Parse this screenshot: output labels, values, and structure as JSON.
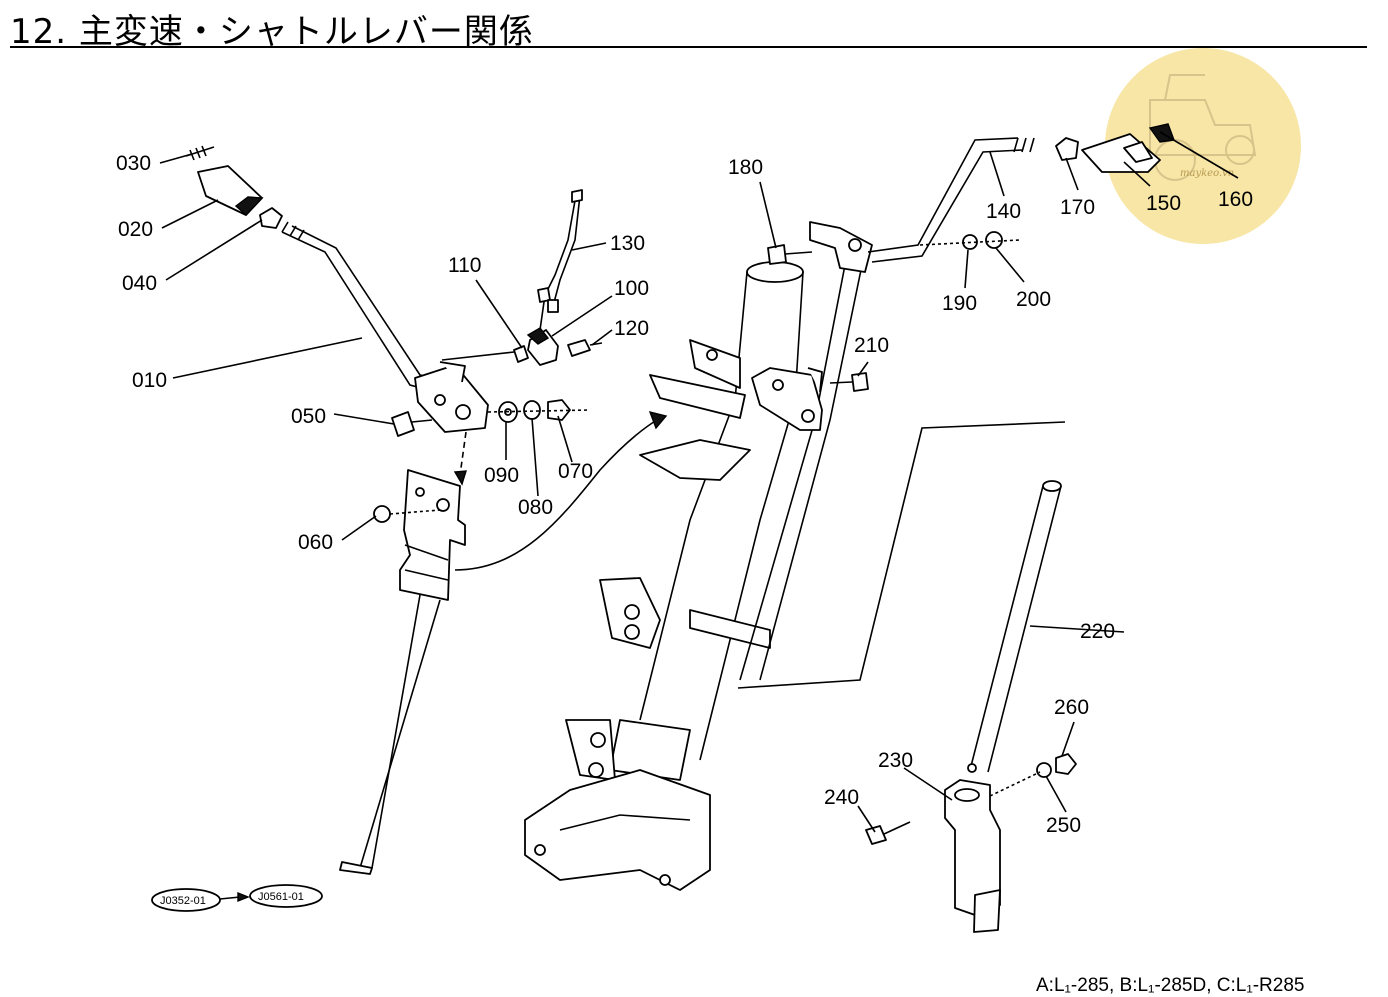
{
  "header": {
    "title": "12. 主変速・シャトルレバー関係"
  },
  "footer": {
    "models": "A:L₁-285, B:L₁-285D, C:L₁-R285"
  },
  "watermark": {
    "text": "maykeo.vn",
    "color": "#f7e6a6"
  },
  "references": {
    "from": "J0352-01",
    "to": "J0561-01"
  },
  "parts": {
    "p010": "010",
    "p020": "020",
    "p030": "030",
    "p040": "040",
    "p050": "050",
    "p060": "060",
    "p070": "070",
    "p080": "080",
    "p090": "090",
    "p100": "100",
    "p110": "110",
    "p120": "120",
    "p130": "130",
    "p140": "140",
    "p150": "150",
    "p160": "160",
    "p170": "170",
    "p180": "180",
    "p190": "190",
    "p200": "200",
    "p210": "210",
    "p220": "220",
    "p230": "230",
    "p240": "240",
    "p250": "250",
    "p260": "260"
  }
}
